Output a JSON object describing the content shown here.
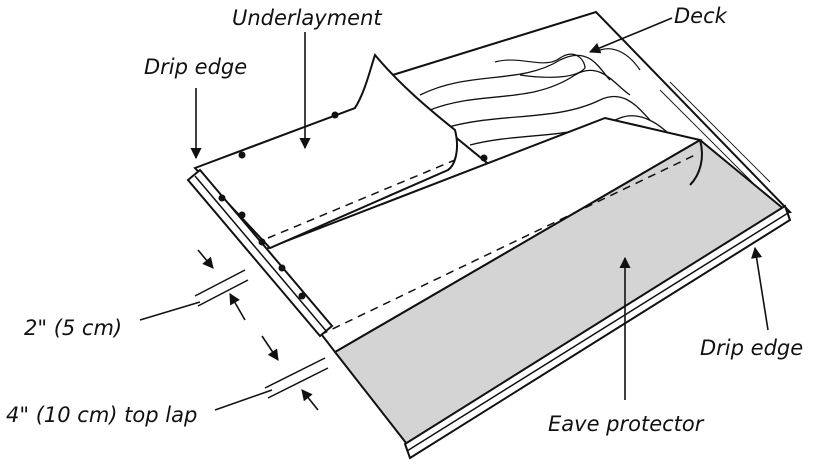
{
  "labels": {
    "underlayment": "Underlayment",
    "deck": "Deck",
    "drip_edge_top": "Drip edge",
    "drip_edge_right": "Drip edge",
    "two_inch": "2\" (5 cm)",
    "top_lap": "4\" (10 cm) top lap",
    "eave_protector": "Eave protector"
  },
  "colors": {
    "line": "#111111",
    "eave_protector_fill": "#d4d4d4",
    "sheet_fill": "#ffffff"
  }
}
